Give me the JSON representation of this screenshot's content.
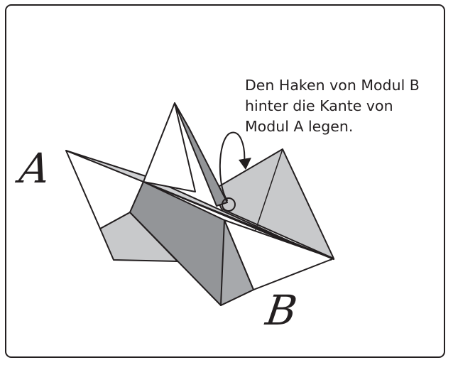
{
  "instruction": {
    "lines": [
      "Den Haken von Modul B",
      "hinter die Kante von",
      "Modul A legen."
    ]
  },
  "labels": {
    "module_a": "A",
    "module_b": "B"
  },
  "colors": {
    "outline": "#231f20",
    "white_face": "#ffffff",
    "light_gray_face": "#c8c9cb",
    "mid_gray_face": "#b4b5b8",
    "dark_gray_face": "#939598"
  }
}
